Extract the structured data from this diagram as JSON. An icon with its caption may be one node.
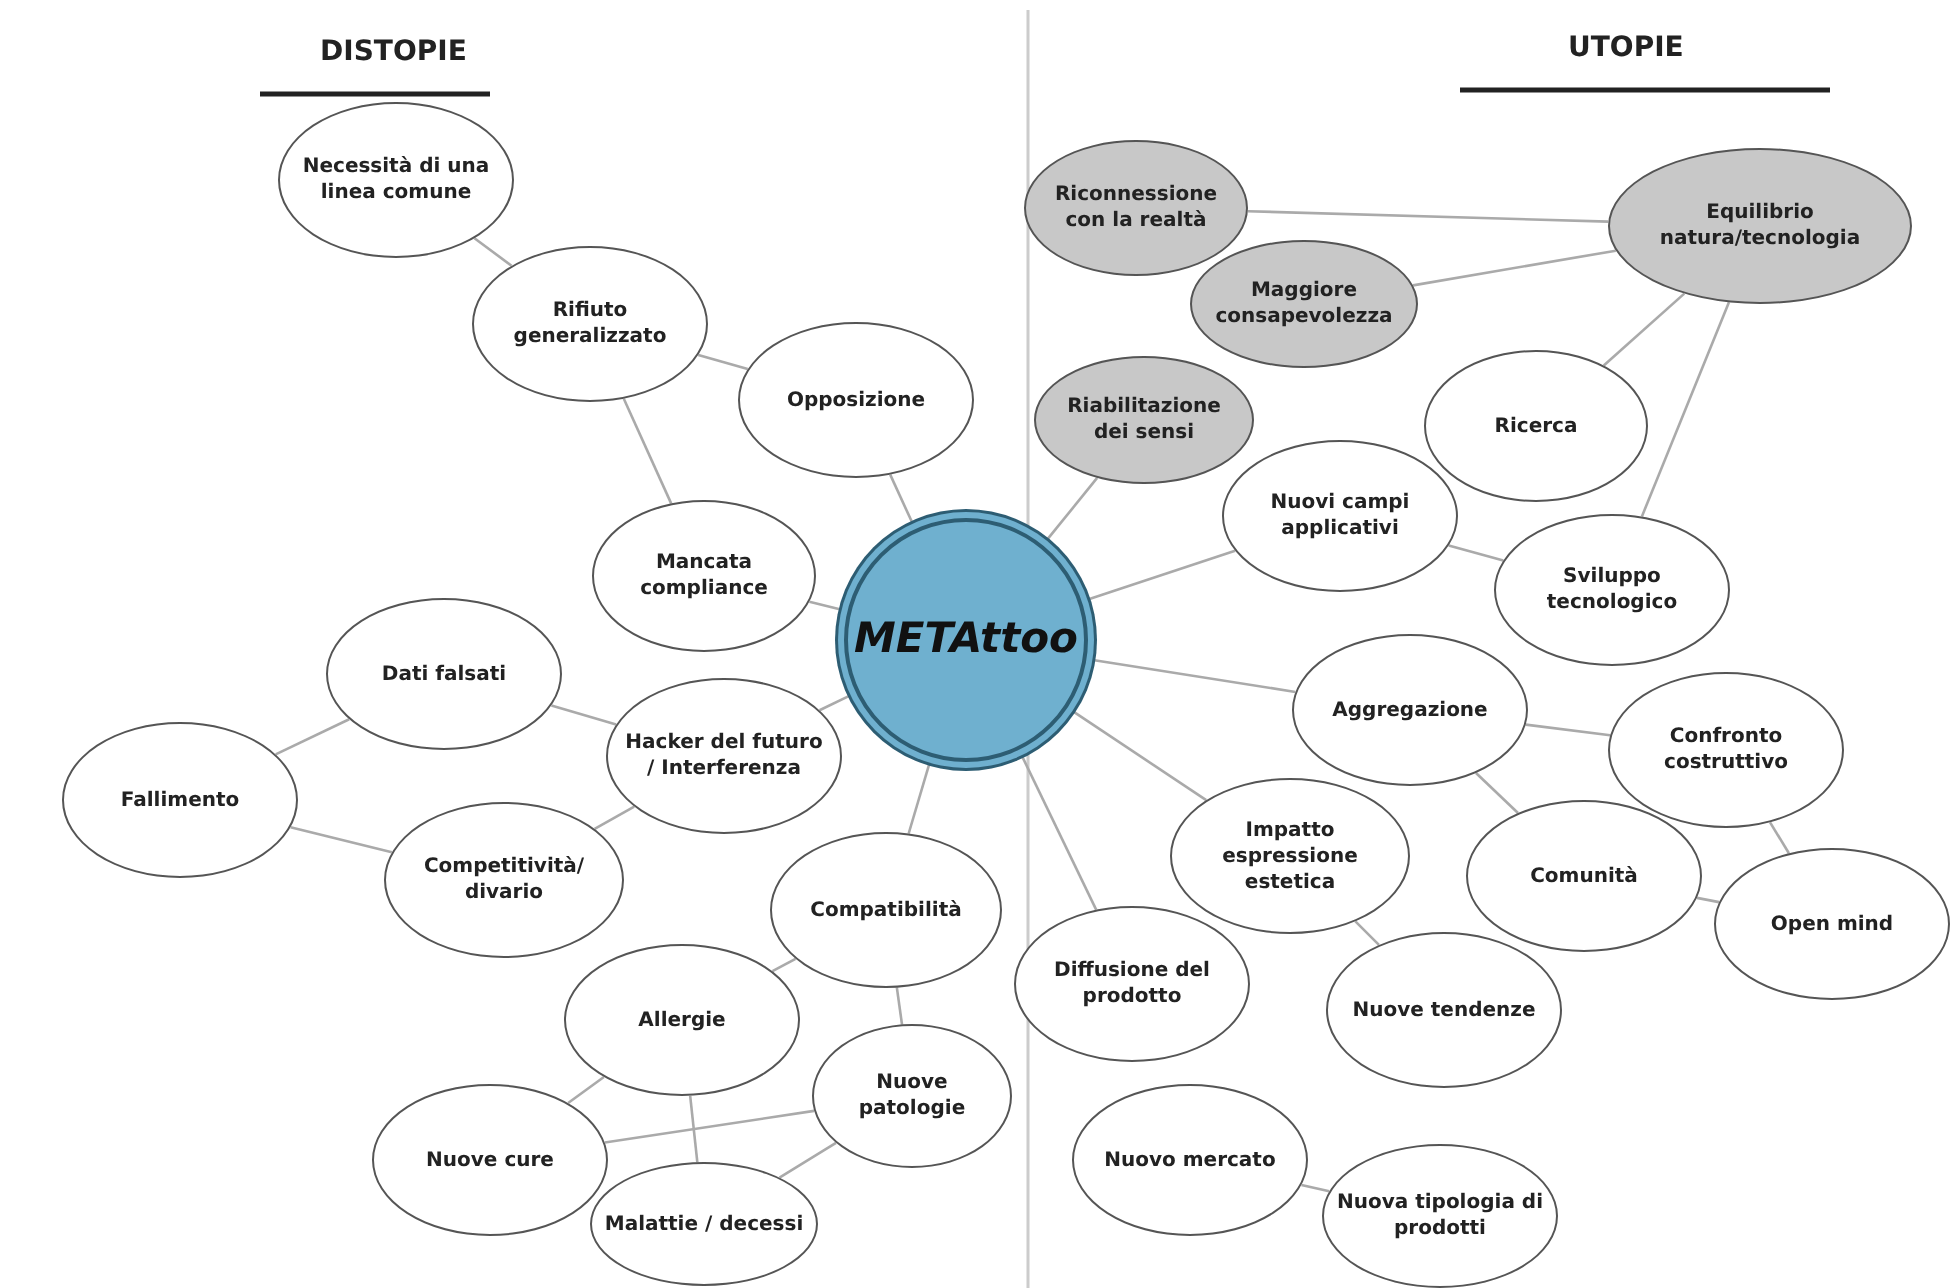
{
  "diagram": {
    "nodes": [
      {
        "text": [
          "METAttoo"
        ]
      },
      {
        "text": [
          "Necessità di una linea comune"
        ]
      },
      {
        "text": [
          "Rifiuto generalizzato"
        ]
      },
      {
        "text": [
          "Opposizione"
        ]
      },
      {
        "text": [
          "Mancata compliance"
        ]
      },
      {
        "text": [
          "Dati falsati"
        ]
      },
      {
        "text": [
          "Hacker del futuro / Interferenza"
        ]
      },
      {
        "text": [
          "Fallimento"
        ]
      },
      {
        "text": [
          "Competitività/ divario"
        ]
      },
      {
        "text": [
          "Compatibilità"
        ]
      },
      {
        "text": [
          "Allergie"
        ]
      },
      {
        "text": [
          "Nuove patologie"
        ]
      },
      {
        "text": [
          "Nuove cure"
        ]
      },
      {
        "text": [
          "Malattie / decessi"
        ]
      },
      {
        "text": [
          "Riconnessione con la realtà"
        ]
      },
      {
        "text": [
          "Maggiore consapevolezza"
        ]
      },
      {
        "text": [
          "Equilibrio natura/tecnologia"
        ]
      },
      {
        "text": [
          "Riabilitazione dei sensi"
        ]
      },
      {
        "text": [
          "Ricerca"
        ]
      },
      {
        "text": [
          "Nuovi campi applicativi"
        ]
      },
      {
        "text": [
          "Sviluppo tecnologico"
        ]
      },
      {
        "text": [
          "Aggregazione"
        ]
      },
      {
        "text": [
          "Confronto costruttivo"
        ]
      },
      {
        "text": [
          "Impatto espressione estetica"
        ]
      },
      {
        "text": [
          "Comunità"
        ]
      },
      {
        "text": [
          "Open mind"
        ]
      },
      {
        "text": [
          "Diffusione del prodotto"
        ]
      },
      {
        "text": [
          "Nuove tendenze"
        ]
      },
      {
        "text": [
          "Nuovo mercato"
        ]
      },
      {
        "text": [
          "Nuova tipologia di prodotti"
        ]
      }
    ],
    "edges": [
      {
        "from": 1,
        "to": 2,
        "arrow": "none"
      },
      {
        "from": 2,
        "to": 3,
        "arrow": "none"
      },
      {
        "from": 2,
        "to": 4,
        "arrow": "none"
      },
      {
        "from": 3,
        "to": 0,
        "arrow": "none"
      },
      {
        "from": 4,
        "to": 0,
        "arrow": "none"
      },
      {
        "from": 5,
        "to": 6,
        "arrow": "none"
      },
      {
        "from": 5,
        "to": 7,
        "arrow": "none"
      },
      {
        "from": 7,
        "to": 8,
        "arrow": "none"
      },
      {
        "from": 8,
        "to": 6,
        "arrow": "none"
      },
      {
        "from": 6,
        "to": 0,
        "arrow": "none"
      },
      {
        "from": 9,
        "to": 0,
        "arrow": "none"
      },
      {
        "from": 9,
        "to": 10,
        "arrow": "none"
      },
      {
        "from": 9,
        "to": 11,
        "arrow": "none"
      },
      {
        "from": 10,
        "to": 12,
        "arrow": "none"
      },
      {
        "from": 10,
        "to": 13,
        "arrow": "none"
      },
      {
        "from": 12,
        "to": 11,
        "arrow": "none"
      },
      {
        "from": 11,
        "to": 13,
        "arrow": "none"
      },
      {
        "from": 14,
        "to": 16,
        "arrow": "none"
      },
      {
        "from": 15,
        "to": 16,
        "arrow": "none"
      },
      {
        "from": 16,
        "to": 18,
        "arrow": "none"
      },
      {
        "from": 16,
        "to": 20,
        "arrow": "none"
      },
      {
        "from": 17,
        "to": 0,
        "arrow": "none"
      },
      {
        "from": 19,
        "to": 0,
        "arrow": "none"
      },
      {
        "from": 19,
        "to": 20,
        "arrow": "none"
      },
      {
        "from": 0,
        "to": 21,
        "arrow": "none"
      },
      {
        "from": 21,
        "to": 22,
        "arrow": "none"
      },
      {
        "from": 21,
        "to": 24,
        "arrow": "none"
      },
      {
        "from": 22,
        "to": 25,
        "arrow": "none"
      },
      {
        "from": 24,
        "to": 25,
        "arrow": "none"
      },
      {
        "from": 0,
        "to": 23,
        "arrow": "none"
      },
      {
        "from": 23,
        "to": 27,
        "arrow": "none"
      },
      {
        "from": 0,
        "to": 26,
        "arrow": "none"
      },
      {
        "from": 28,
        "to": 29,
        "arrow": "none"
      }
    ],
    "labels": [
      "DISTOPIE",
      "UTOPIE"
    ]
  }
}
